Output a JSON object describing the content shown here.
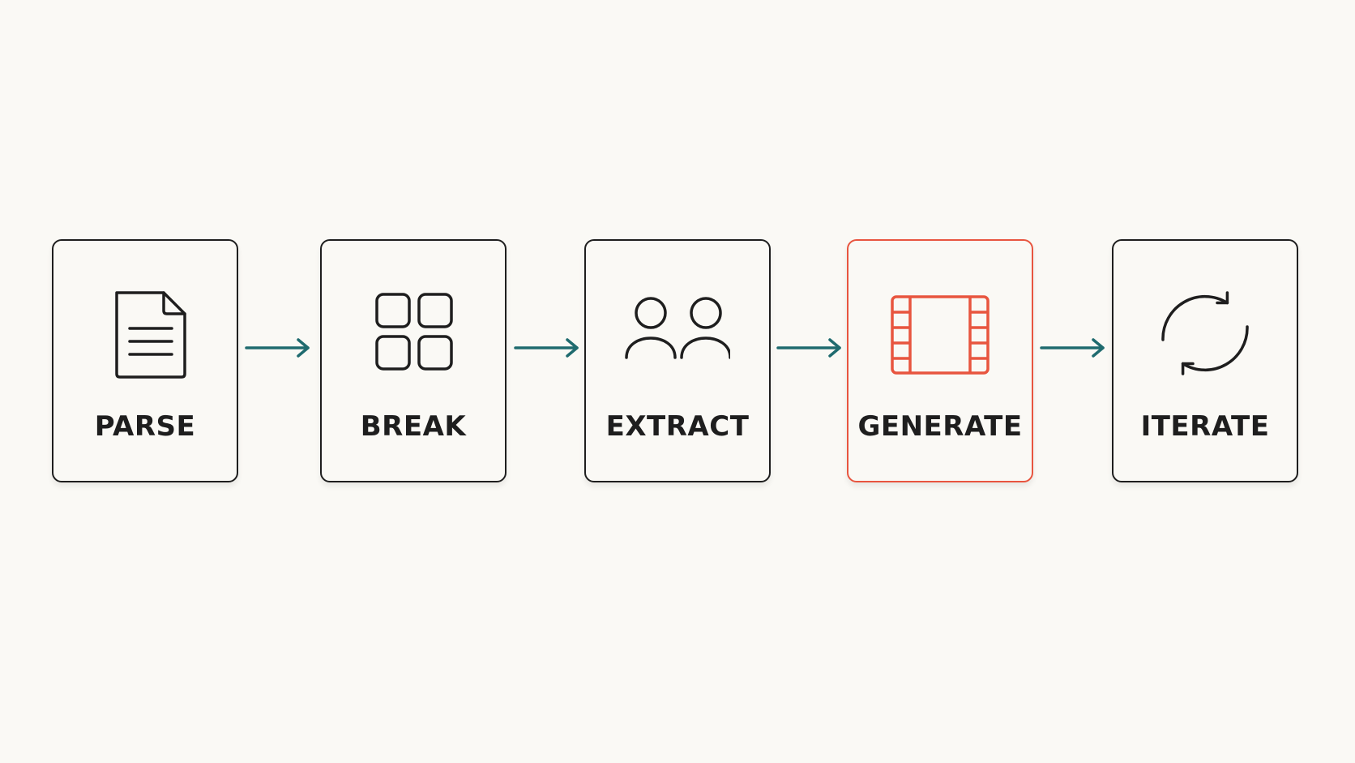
{
  "steps": [
    {
      "label": "PARSE",
      "icon": "document-icon",
      "highlight": false
    },
    {
      "label": "BREAK",
      "icon": "grid-icon",
      "highlight": false
    },
    {
      "label": "EXTRACT",
      "icon": "users-icon",
      "highlight": false
    },
    {
      "label": "GENERATE",
      "icon": "film-icon",
      "highlight": true
    },
    {
      "label": "ITERATE",
      "icon": "refresh-icon",
      "highlight": false
    }
  ],
  "colors": {
    "background": "#faf9f5",
    "stroke": "#1e1e1e",
    "accent": "#e8553f",
    "arrow": "#1f6b6f"
  }
}
